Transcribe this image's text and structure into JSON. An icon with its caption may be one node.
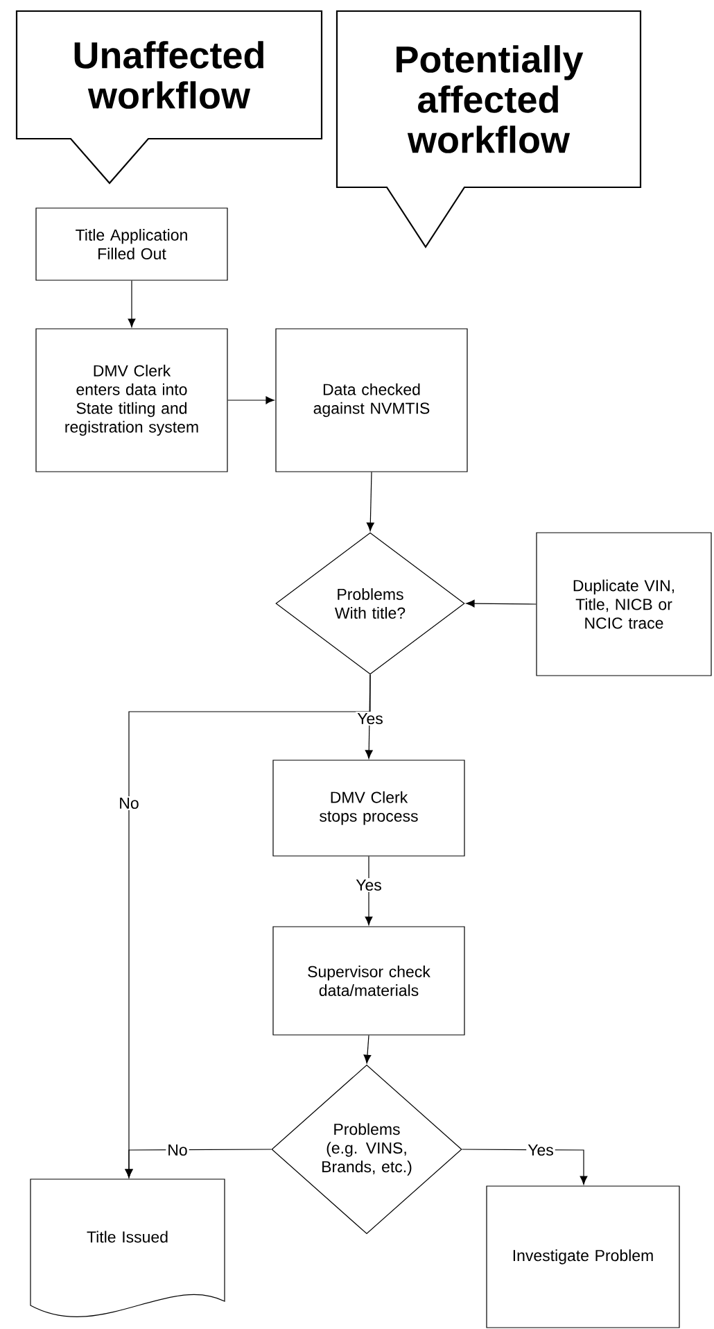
{
  "diagram": {
    "nodes": [
      {
        "text": [
          "Unaffected workflow"
        ]
      },
      {
        "text": [
          "Potentially affected workflow"
        ]
      },
      {
        "text": [
          "Title Application Filled Out"
        ]
      },
      {
        "text": [
          "DMV Clerk enters data into State titling and registration system"
        ]
      },
      {
        "text": [
          "Data checked against NVMTIS"
        ]
      },
      {
        "text": [
          "Problems With title?"
        ]
      },
      {
        "text": [
          "Duplicate VIN, Title, NICB or NCIC trace"
        ]
      },
      {
        "text": [
          "DMV Clerk stops process"
        ]
      },
      {
        "text": [
          "Supervisor check data/materials"
        ]
      },
      {
        "text": [
          "Problems (e.g. VINS, Brands, etc.)"
        ]
      },
      {
        "text": [
          "Title Issued"
        ]
      },
      {
        "text": [
          "Investigate Problem"
        ]
      }
    ],
    "edges": [
      {
        "from": 2,
        "to": 3,
        "arrow": "to"
      },
      {
        "from": 3,
        "to": 4,
        "arrow": "to"
      },
      {
        "from": 4,
        "to": 5,
        "arrow": "to"
      },
      {
        "from": 6,
        "to": 5,
        "arrow": "to"
      },
      {
        "from": 5,
        "to": 7,
        "arrow": "to",
        "label": "Yes"
      },
      {
        "from": 5,
        "to": 10,
        "arrow": "to",
        "label": "No"
      },
      {
        "from": 7,
        "to": 8,
        "arrow": "to",
        "label": "Yes"
      },
      {
        "from": 8,
        "to": 9,
        "arrow": "to"
      },
      {
        "from": 9,
        "to": 10,
        "arrow": "to",
        "label": "No"
      },
      {
        "from": 9,
        "to": 11,
        "arrow": "to",
        "label": "Yes"
      }
    ]
  }
}
